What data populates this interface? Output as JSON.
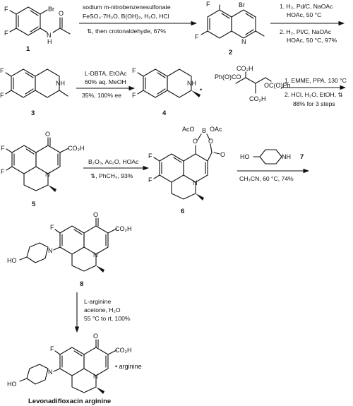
{
  "compounds": {
    "c1": "1",
    "c2": "2",
    "c3": "3",
    "c4": "4",
    "c5": "5",
    "c6": "6",
    "c7": "7",
    "c8": "8",
    "final": "Levonadifloxacin arginine"
  },
  "atoms": {
    "F": "F",
    "Br": "Br",
    "N": "N",
    "NH": "NH",
    "H": "H",
    "O": "O",
    "B": "B",
    "HO": "HO",
    "AcO": "AcO",
    "OAc": "OAc",
    "CO2H": "CO₂H",
    "PhOCO": "Ph(O)CO",
    "OCOPh": "OC(O)Ph",
    "dot": "•",
    "arginine": "• arginine"
  },
  "steps": {
    "s1": {
      "line1": "sodium m-nitrobenzenesulfonate",
      "line2": "FeSO₄·7H₂O, B(OH)₃, H₂O, HCl",
      "line3": "⇅, then crotonaldehyde, 67%"
    },
    "s2": {
      "line1": "1. H₂, Pd/C, NaOAc",
      "line2": "HOAc, 50 °C",
      "line3": "2. H₂, Pt/C, NaOAc",
      "line4": "HOAc, 50 °C, 97%"
    },
    "s3": {
      "line1": "L-DBTA, EtOAc",
      "line2": "60% aq. MeOH",
      "line3": "35%, 100% ee"
    },
    "s4": {
      "line1": "1. EMME, PPA, 130 °C",
      "line2": "2. HCl, H₂O, EtOH, ⇅",
      "line3": "88% for 3 steps"
    },
    "s5": {
      "line1": "B₂O₃, Ac₂O, HOAc",
      "line2": "⇅, PhCH₃, 93%"
    },
    "s6": {
      "line1": "CH₃CN, 60 °C, 74%"
    },
    "s7": {
      "line1": "L-arginine",
      "line2": "acetone, H₂O",
      "line3": "55 °C to rt, 100%"
    }
  }
}
